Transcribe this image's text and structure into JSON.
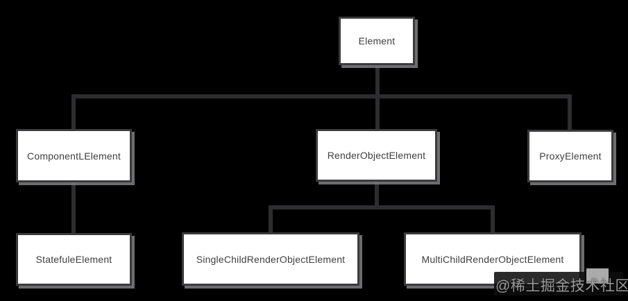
{
  "diagram": {
    "type": "class-hierarchy",
    "nodes": [
      {
        "id": "element",
        "label": "Element"
      },
      {
        "id": "componentl-element",
        "label": "ComponentLElement"
      },
      {
        "id": "render-object-element",
        "label": "RenderObjectElement"
      },
      {
        "id": "proxy-element",
        "label": "ProxyElement"
      },
      {
        "id": "statefule-element",
        "label": "StatefuleElement"
      },
      {
        "id": "single-child-render-object-element",
        "label": "SingleChildRenderObjectElement"
      },
      {
        "id": "multi-child-render-object-element",
        "label": "MultiChildRenderObjectElement"
      }
    ],
    "edges": [
      {
        "from": "Element",
        "to": "ComponentLElement"
      },
      {
        "from": "Element",
        "to": "RenderObjectElement"
      },
      {
        "from": "Element",
        "to": "ProxyElement"
      },
      {
        "from": "ComponentLElement",
        "to": "StatefuleElement"
      },
      {
        "from": "RenderObjectElement",
        "to": "SingleChildRenderObjectElement"
      },
      {
        "from": "RenderObjectElement",
        "to": "MultiChildRenderObjectElement"
      }
    ]
  },
  "watermark": {
    "text": "@稀土掘金技术社区"
  },
  "colors": {
    "background": "#000000",
    "box_fill": "#ffffff",
    "box_border": "#3b3b3d",
    "box_shadow": "#808083",
    "connector": "#2d2d2f",
    "label_text": "#3e3e3e",
    "watermark_text": "#9b9b9b"
  }
}
